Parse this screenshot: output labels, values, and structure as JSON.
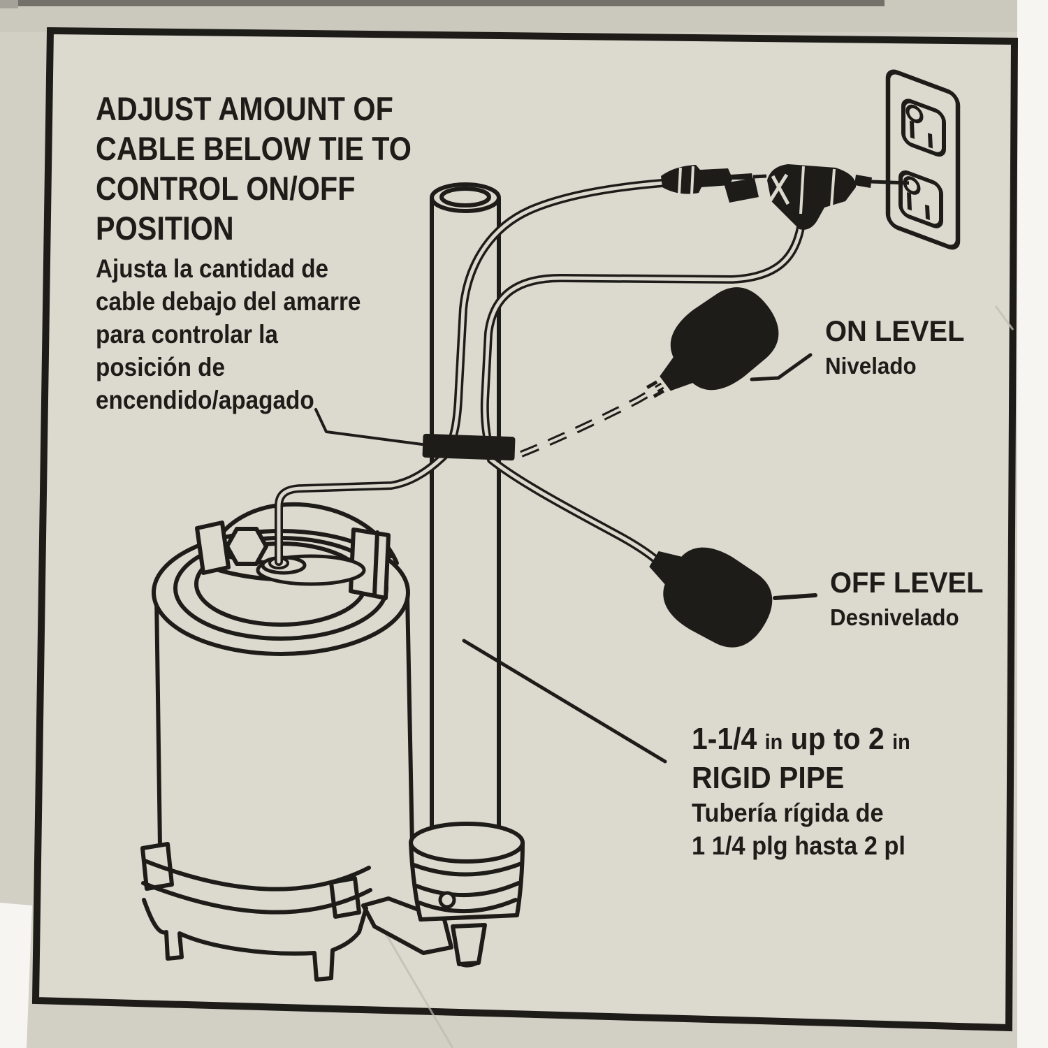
{
  "panel": {
    "heading_lines": [
      "ADJUST AMOUNT OF",
      "CABLE BELOW TIE TO",
      "CONTROL ON/OFF",
      "POSITION"
    ],
    "heading_es_lines": [
      "Ajusta la cantidad de",
      "cable debajo del amarre",
      "para controlar la",
      "posición de",
      "encendido/apagado"
    ]
  },
  "callouts": {
    "on_level": {
      "en": "ON LEVEL",
      "es": "Nivelado"
    },
    "off_level": {
      "en": "OFF LEVEL",
      "es": "Desnivelado"
    },
    "pipe": {
      "size": "1-1/4",
      "unit1": "in",
      "range": "up to 2",
      "unit2": "in",
      "name": "RIGID PIPE",
      "es_line1": "Tubería rígida de",
      "es_line2": "1 1/4 plg hasta 2 pl"
    }
  },
  "diagram_parts": [
    "duplex-outlet",
    "pump-plug",
    "piggyback-plug",
    "power-cable",
    "float-cable",
    "cable-tie",
    "float-on-position",
    "float-off-position",
    "rigid-discharge-pipe",
    "pipe-coupling",
    "sump-pump"
  ],
  "colors": {
    "ink": "#1d1c18",
    "paper": "#dcd9cf",
    "board": "#d2cfc5",
    "edge": "#f6f5f2"
  }
}
